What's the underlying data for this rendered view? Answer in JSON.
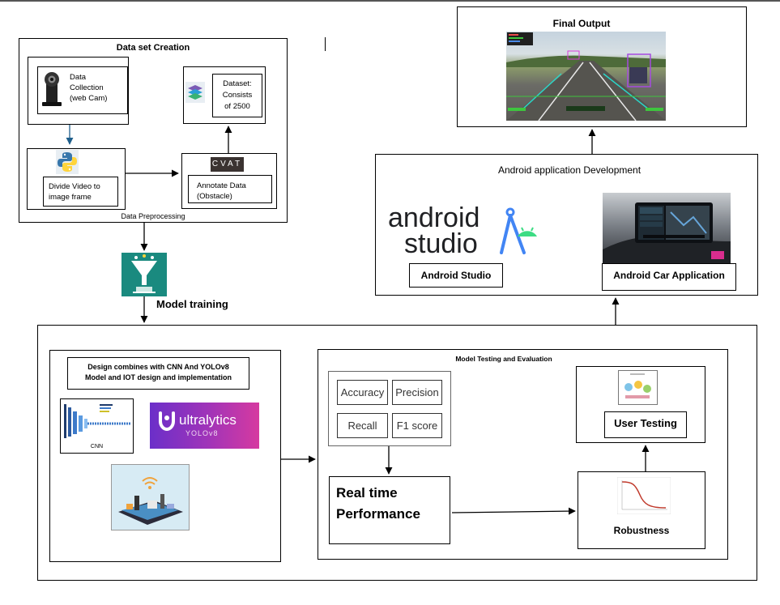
{
  "dataset": {
    "title": "Data set Creation",
    "collection": "Data\nCollection\n  (web Cam)",
    "dataset_box": "Dataset:\nConsists\nof 2500",
    "divide": "Divide Video to\nimage frame",
    "cvat_logo": "CVAT",
    "annotate": "Annotate Data\n(Obstacle)",
    "preprocessing": "Data Preprocessing"
  },
  "model_training": "Model training",
  "design": {
    "title": "Design combines with CNN And YOLOv8\nModel and IOT design and implementation",
    "cnn_caption": "CNN",
    "ultralytics": "ultralytics",
    "yolo": "YOLOv8"
  },
  "testing": {
    "title": "Model Testing and Evaluation",
    "metrics": [
      "Accuracy",
      "Precision",
      "Recall",
      "F1 score"
    ],
    "realtime": "Real time\nPerformance",
    "user_testing": "User Testing",
    "robustness": "Robustness"
  },
  "android": {
    "title": "Android application Development",
    "logo_line1": "android",
    "logo_line2": "studio",
    "studio_label": "Android Studio",
    "car_label": "Android Car Application"
  },
  "final_output": {
    "title": "Final Output"
  },
  "colors": {
    "teal": "#1a8a7f",
    "python_blue": "#3776ab",
    "python_yellow": "#ffd43b",
    "android_green": "#3ddc84",
    "android_blue": "#4285f4",
    "ultra_pink": "#d63aa0",
    "ultra_purple": "#6b2fc9"
  }
}
